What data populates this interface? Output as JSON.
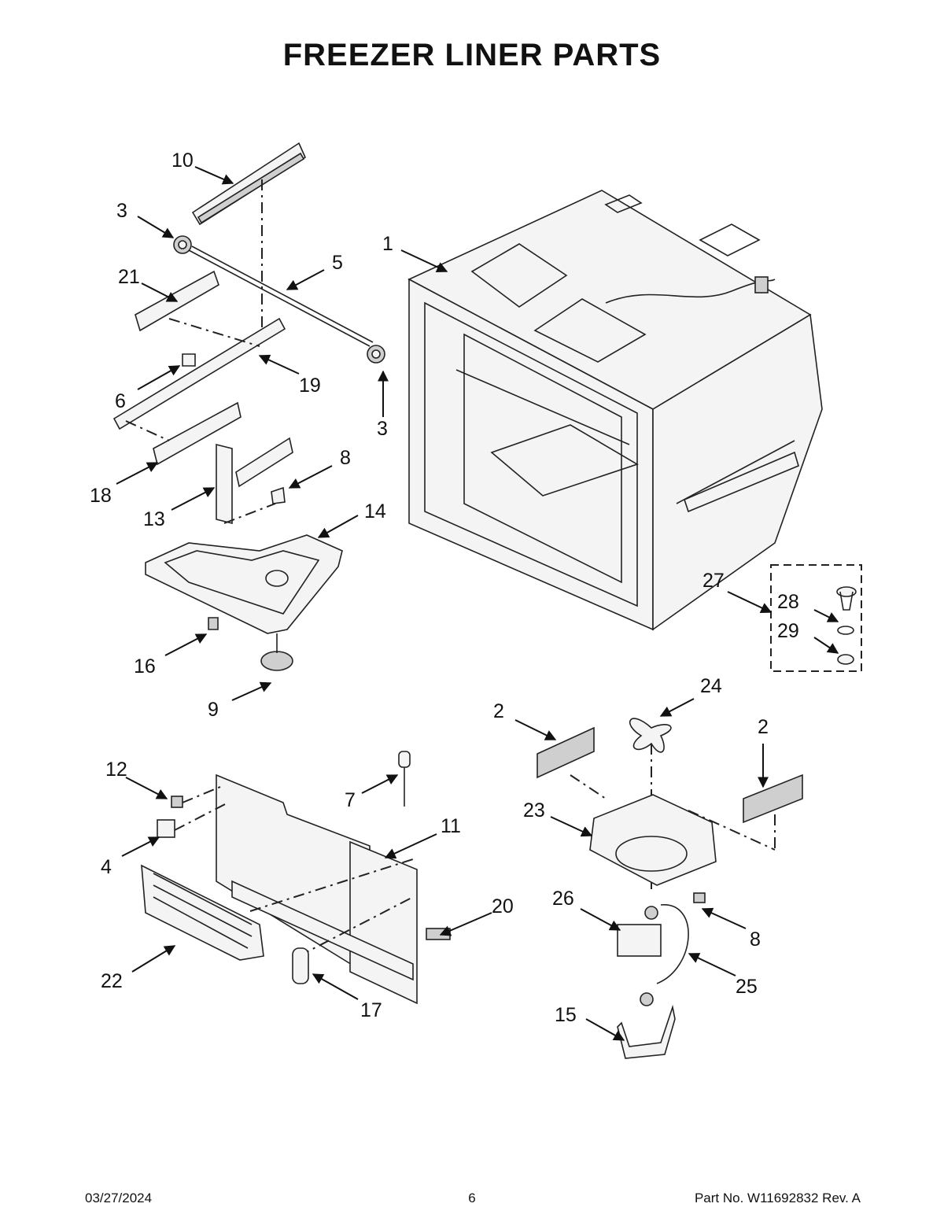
{
  "title": "FREEZER LINER PARTS",
  "callouts": {
    "p1": "1",
    "p2a": "2",
    "p2b": "2",
    "p3a": "3",
    "p3b": "3",
    "p4": "4",
    "p5": "5",
    "p6": "6",
    "p7": "7",
    "p8a": "8",
    "p8b": "8",
    "p9": "9",
    "p10": "10",
    "p11": "11",
    "p12": "12",
    "p13": "13",
    "p14": "14",
    "p15": "15",
    "p16": "16",
    "p17": "17",
    "p18": "18",
    "p19": "19",
    "p20": "20",
    "p21": "21",
    "p22": "22",
    "p23": "23",
    "p24": "24",
    "p25": "25",
    "p26": "26",
    "p27": "27",
    "p28": "28",
    "p29": "29"
  },
  "footer": {
    "date": "03/27/2024",
    "page": "6",
    "part_no": "Part No.  W11692832  Rev.  A"
  }
}
